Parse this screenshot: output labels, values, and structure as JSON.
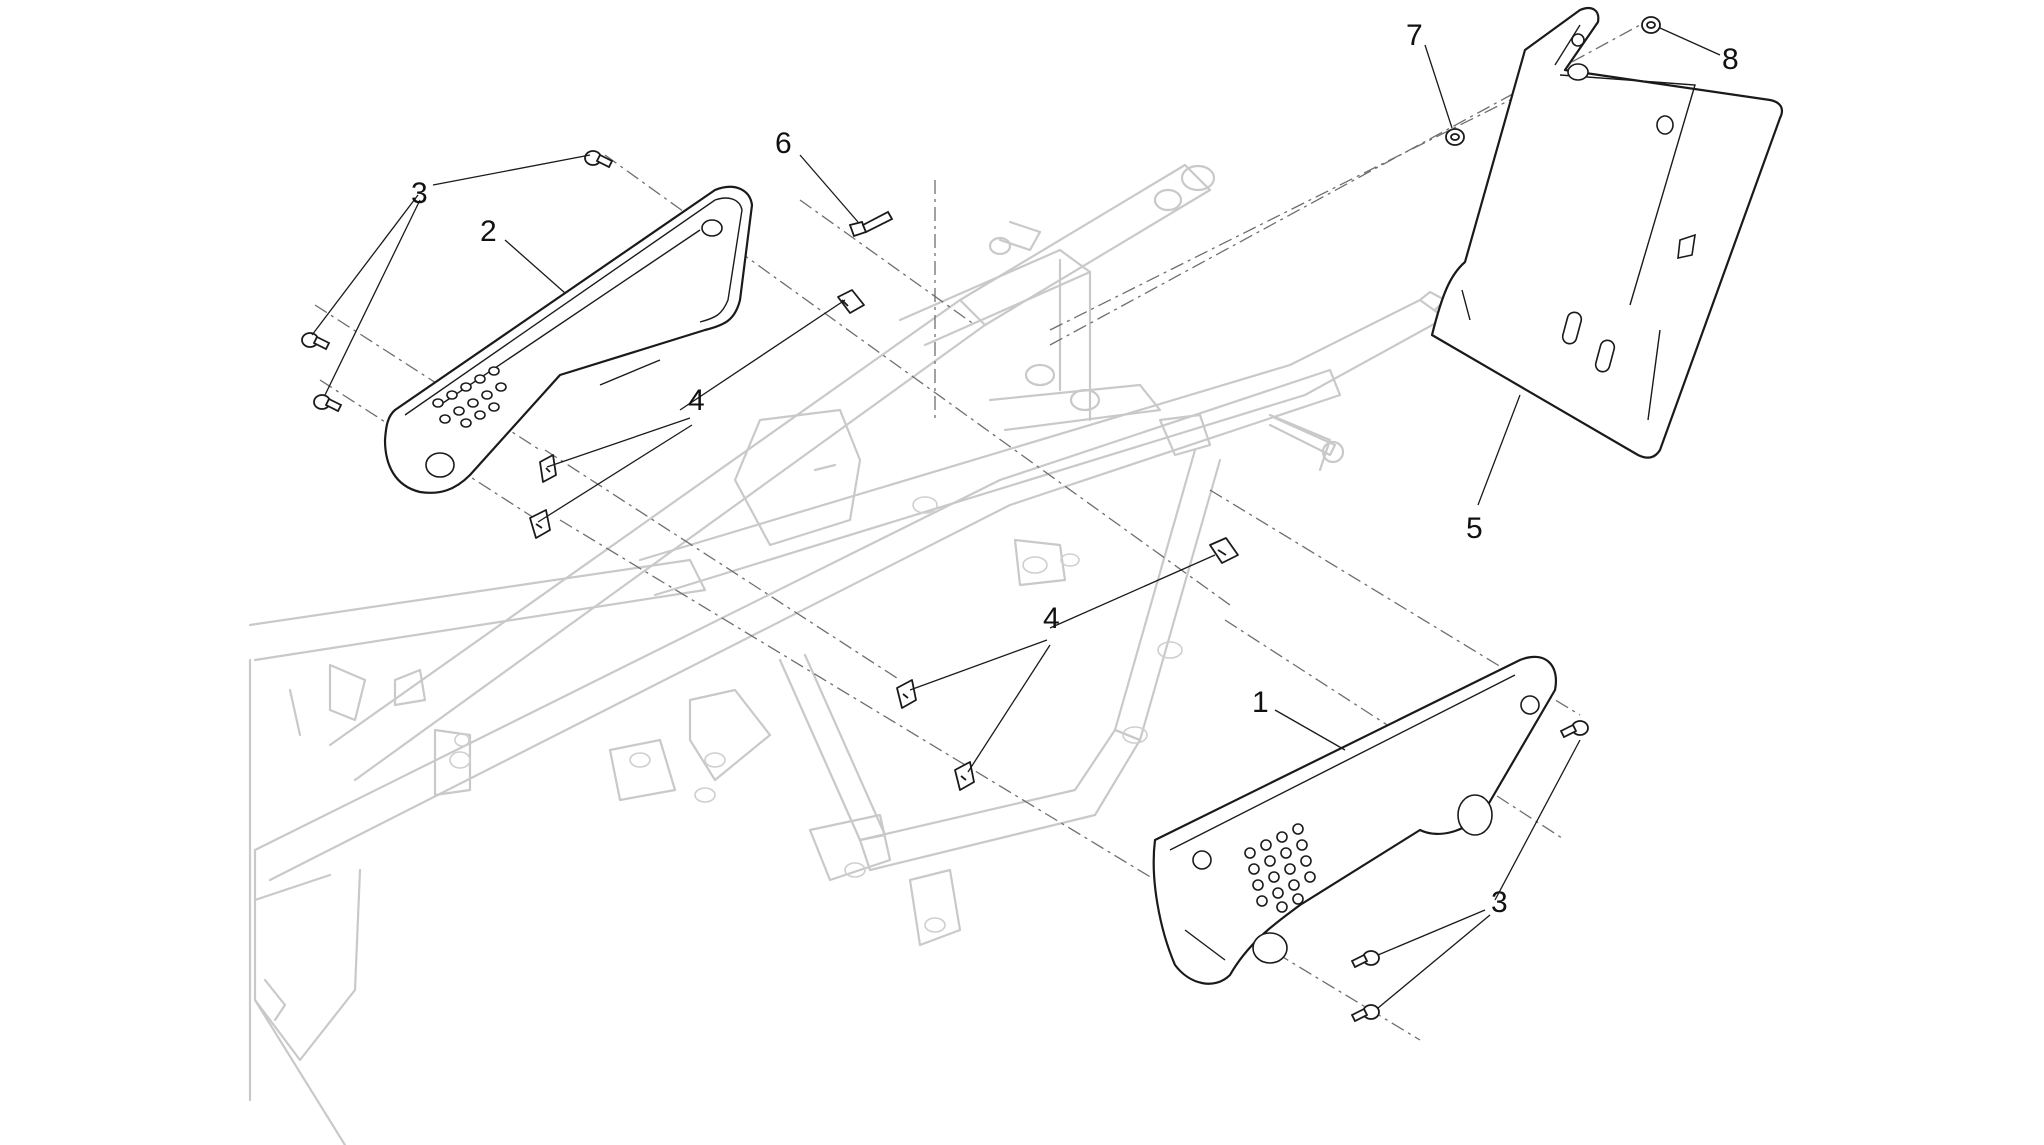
{
  "diagram": {
    "callouts": [
      {
        "id": "c1",
        "label": "1"
      },
      {
        "id": "c2",
        "label": "2"
      },
      {
        "id": "c3a",
        "label": "3"
      },
      {
        "id": "c3b",
        "label": "3"
      },
      {
        "id": "c4a",
        "label": "4"
      },
      {
        "id": "c4b",
        "label": "4"
      },
      {
        "id": "c5",
        "label": "5"
      },
      {
        "id": "c6",
        "label": "6"
      },
      {
        "id": "c7",
        "label": "7"
      },
      {
        "id": "c8",
        "label": "8"
      }
    ]
  },
  "colors": {
    "frame_outline": "#c9c9c9",
    "part_outline": "#1a1a1a",
    "axis_line": "#6e6e6e",
    "background": "#ffffff"
  }
}
